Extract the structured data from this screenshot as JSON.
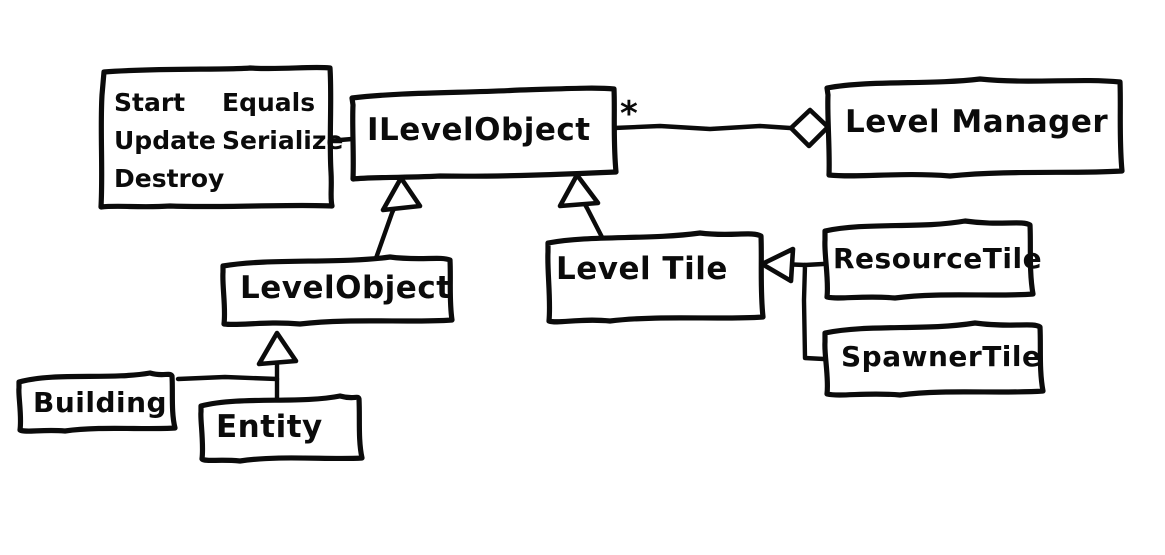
{
  "diagram": {
    "title": "UML Class Diagram",
    "style": "hand-drawn whiteboard sketch",
    "ink_color": "#0b0b0b",
    "background_color": "#ffffff"
  },
  "nodes": {
    "methods_box": {
      "kind": "note",
      "column_left": [
        "Start",
        "Update",
        "Destroy"
      ],
      "column_right": [
        "Equals",
        "Serialize"
      ],
      "items_left": {
        "0": "Start",
        "1": "Update",
        "2": "Destroy"
      },
      "items_right": {
        "0": "Equals",
        "1": "Serialize"
      }
    },
    "ilevelobject": {
      "kind": "interface",
      "name": "ILevelObject",
      "multiplicity": "*"
    },
    "levelmanager": {
      "kind": "class",
      "name": "Level Manager"
    },
    "levelobject": {
      "kind": "class",
      "name": "LevelObject"
    },
    "leveltile": {
      "kind": "class",
      "name": "Level Tile"
    },
    "resourcetile": {
      "kind": "class",
      "name": "ResourceTile"
    },
    "spawnertile": {
      "kind": "class",
      "name": "SpawnerTile"
    },
    "building": {
      "kind": "class",
      "name": "Building"
    },
    "entity": {
      "kind": "class",
      "name": "Entity"
    }
  },
  "relations": [
    {
      "from": "methods_box",
      "to": "ilevelobject",
      "type": "note-link",
      "label": ""
    },
    {
      "from": "ilevelobject",
      "to": "levelmanager",
      "type": "aggregation",
      "label": "*"
    },
    {
      "from": "levelobject",
      "to": "ilevelobject",
      "type": "realization",
      "label": ""
    },
    {
      "from": "leveltile",
      "to": "ilevelobject",
      "type": "realization",
      "label": ""
    },
    {
      "from": "resourcetile",
      "to": "leveltile",
      "type": "inheritance",
      "label": ""
    },
    {
      "from": "spawnertile",
      "to": "leveltile",
      "type": "inheritance",
      "label": ""
    },
    {
      "from": "entity",
      "to": "levelobject",
      "type": "inheritance",
      "label": ""
    },
    {
      "from": "building",
      "to": "levelobject",
      "type": "inheritance",
      "label": ""
    }
  ]
}
